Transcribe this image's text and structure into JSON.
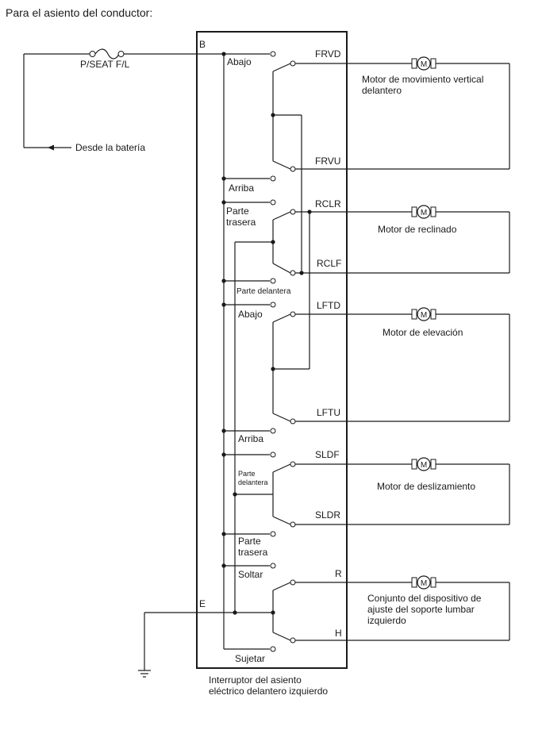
{
  "title": "Para el asiento del conductor:",
  "fuse_label": "P/SEAT F/L",
  "battery_label": "Desde la batería",
  "pin_b": "B",
  "pin_e": "E",
  "switch_name_line1": "Interruptor del asiento",
  "switch_name_line2": "eléctrico delantero izquierdo",
  "switch_positions": {
    "abajo_1": "Abajo",
    "arriba_1": "Arriba",
    "parte_trasera_1_l1": "Parte",
    "parte_trasera_1_l2": "trasera",
    "parte_delantera_1": "Parte delantera",
    "abajo_2": "Abajo",
    "arriba_2": "Arriba",
    "parte_delantera_2_l1": "Parte",
    "parte_delantera_2_l2": "delantera",
    "parte_trasera_2_l1": "Parte",
    "parte_trasera_2_l2": "trasera",
    "soltar": "Soltar",
    "sujetar": "Sujetar"
  },
  "terminals": {
    "frvd": "FRVD",
    "frvu": "FRVU",
    "rclr": "RCLR",
    "rclf": "RCLF",
    "lftd": "LFTD",
    "lftu": "LFTU",
    "sldf": "SLDF",
    "sldr": "SLDR",
    "r": "R",
    "h": "H"
  },
  "motor_symbol": "M",
  "motors": {
    "vertical_l1": "Motor de movimiento vertical",
    "vertical_l2": "delantero",
    "recline": "Motor de reclinado",
    "lifter": "Motor de elevación",
    "slide": "Motor de deslizamiento",
    "lumbar_l1": "Conjunto del dispositivo de",
    "lumbar_l2": "ajuste del soporte lumbar",
    "lumbar_l3": "izquierdo"
  }
}
